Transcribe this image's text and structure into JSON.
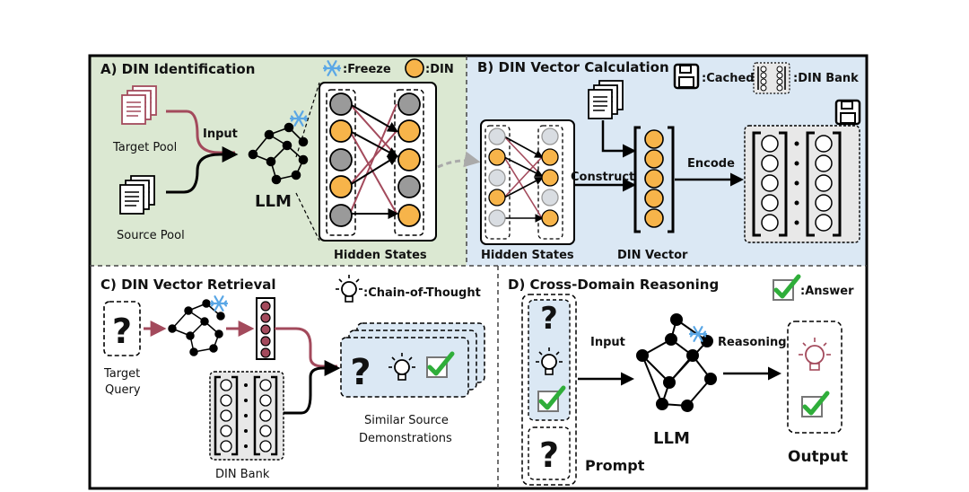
{
  "panelA": {
    "title": "A) DIN Identification",
    "legend_freeze": ":Freeze",
    "legend_din": ":DIN",
    "target_pool": "Target Pool",
    "source_pool": "Source Pool",
    "input": "Input",
    "llm": "LLM",
    "hidden_states": "Hidden States"
  },
  "panelB": {
    "title": "B) DIN Vector Calculation",
    "legend_cached": ":Cached",
    "legend_din_bank": ":DIN Bank",
    "hidden_states": "Hidden States",
    "construct": "Construct",
    "din_vector": "DIN Vector",
    "encode": "Encode"
  },
  "panelC": {
    "title": "C) DIN Vector Retrieval",
    "legend_cot": ":Chain-of-Thought",
    "target_query_line1": "Target",
    "target_query_line2": "Query",
    "din_bank": "DIN Bank",
    "similar_line1": "Similar Source",
    "similar_line2": "Demonstrations"
  },
  "panelD": {
    "title": "D) Cross-Domain Reasoning",
    "legend_answer": ":Answer",
    "input": "Input",
    "reasoning": "Reasoning",
    "llm": "LLM",
    "prompt": "Prompt",
    "output": "Output"
  },
  "colors": {
    "panelA_bg": "#dbe8d2",
    "panelB_bg": "#dbe8f4",
    "din_orange": "#f7b44a",
    "gray_node": "#9a9a9a",
    "maroon": "#a34a5c",
    "check_green": "#2fae3a",
    "snow_blue": "#5aa7e6"
  }
}
